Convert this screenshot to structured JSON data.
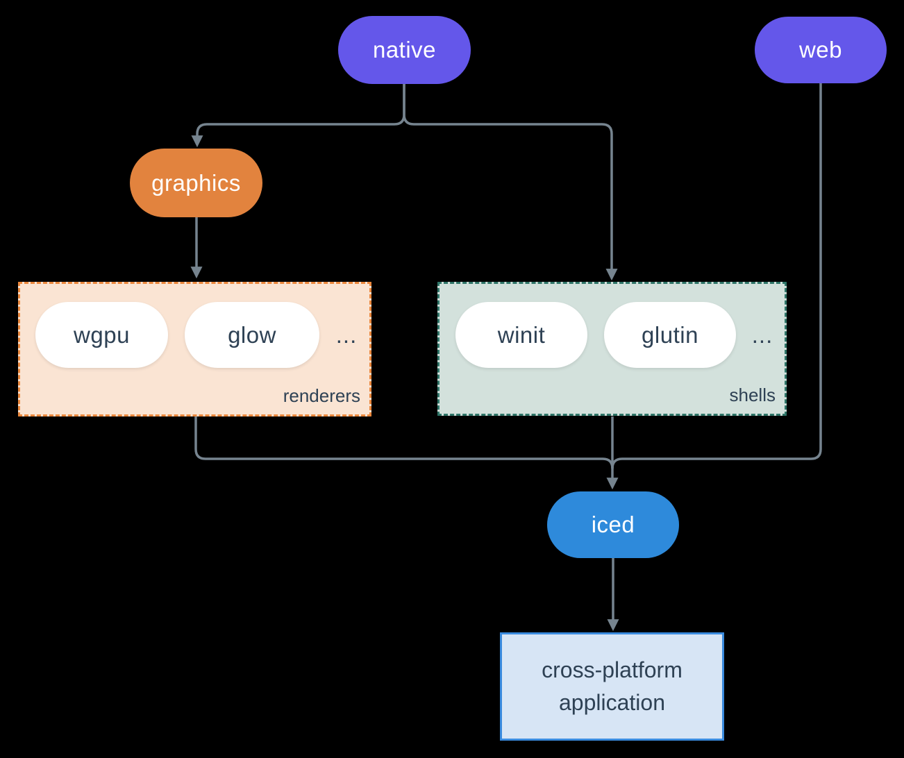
{
  "diagram": {
    "background_color": "#000000",
    "edge_color": "#76848F",
    "nodes": {
      "native": {
        "label": "native",
        "color": "#6457EA",
        "text_color": "#FFFFFF"
      },
      "web": {
        "label": "web",
        "color": "#6457EA",
        "text_color": "#FFFFFF"
      },
      "graphics": {
        "label": "graphics",
        "color": "#E2833E",
        "text_color": "#FFFFFF"
      },
      "iced": {
        "label": "iced",
        "color": "#2E8ADB",
        "text_color": "#FFFFFF"
      },
      "application": {
        "label_line1": "cross-platform",
        "label_line2": "application",
        "fill": "#D7E5F5",
        "border": "#3A8BDE",
        "text_color": "#2E4154"
      }
    },
    "groups": {
      "renderers": {
        "label": "renderers",
        "fill": "#FAE4D3",
        "border": "#EB883D",
        "text_color": "#2E4154",
        "items": [
          {
            "label": "wgpu"
          },
          {
            "label": "glow"
          }
        ],
        "ellipsis": "..."
      },
      "shells": {
        "label": "shells",
        "fill": "#D3E1DC",
        "border": "#2F7568",
        "text_color": "#2E4154",
        "items": [
          {
            "label": "winit"
          },
          {
            "label": "glutin"
          }
        ],
        "ellipsis": "..."
      }
    },
    "edges": [
      "native -> graphics",
      "native -> shells",
      "graphics -> renderers",
      "renderers -> iced",
      "shells -> iced",
      "web -> iced",
      "iced -> application"
    ]
  }
}
